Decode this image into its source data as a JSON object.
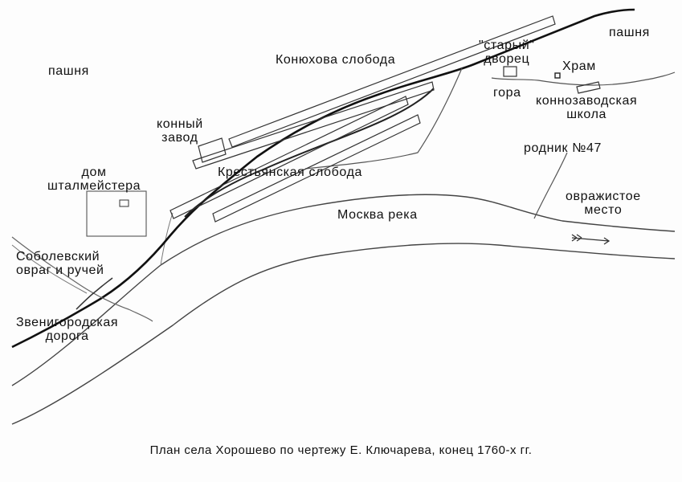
{
  "map": {
    "labels": {
      "pashnya_left": "пашня",
      "pashnya_right": "пашня",
      "konyukhova_sloboda": "Конюхова  слобода",
      "stary_dvorets_line1": "\"старый\"",
      "stary_dvorets_line2": "дворец",
      "khram": "Храм",
      "gora": "гора",
      "konnozavodskaya_line1": "коннозаводская",
      "konnozavodskaya_line2": "школа",
      "konny_zavod_line1": "конный",
      "konny_zavod_line2": "завод",
      "rodnik": "родник №47",
      "dom_line1": "дом",
      "dom_line2": "шталмейстера",
      "krestyanskaya_sloboda": "Крестьянская слобода",
      "ovrazhistoe_line1": "овражистое",
      "ovrazhistoe_line2": "место",
      "moskva_reka": "Москва река",
      "sobolevsky_line1": "Соболевский",
      "sobolevsky_line2": "овраг и ручей",
      "zvenigorodskaya_line1": "Звенигородская",
      "zvenigorodskaya_line2": "дорога"
    },
    "caption": "План села Хорошево по чертежу Е. Ключарева, конец 1760-х гг."
  },
  "colors": {
    "ink": "#111111",
    "line": "#333333",
    "paper": "#fdfdfd"
  }
}
